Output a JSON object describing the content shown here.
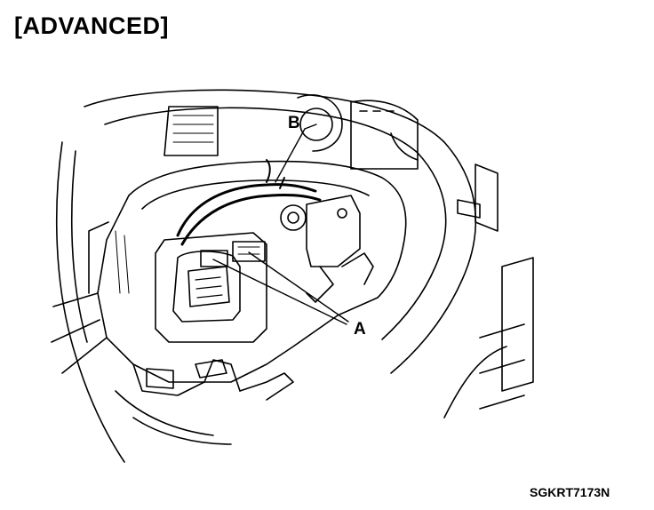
{
  "header": {
    "title": "[ADVANCED]"
  },
  "figure": {
    "labels": {
      "a": "A",
      "b": "B"
    },
    "code": "SGKRT7173N",
    "line_color": "#000000",
    "background": "#ffffff"
  }
}
